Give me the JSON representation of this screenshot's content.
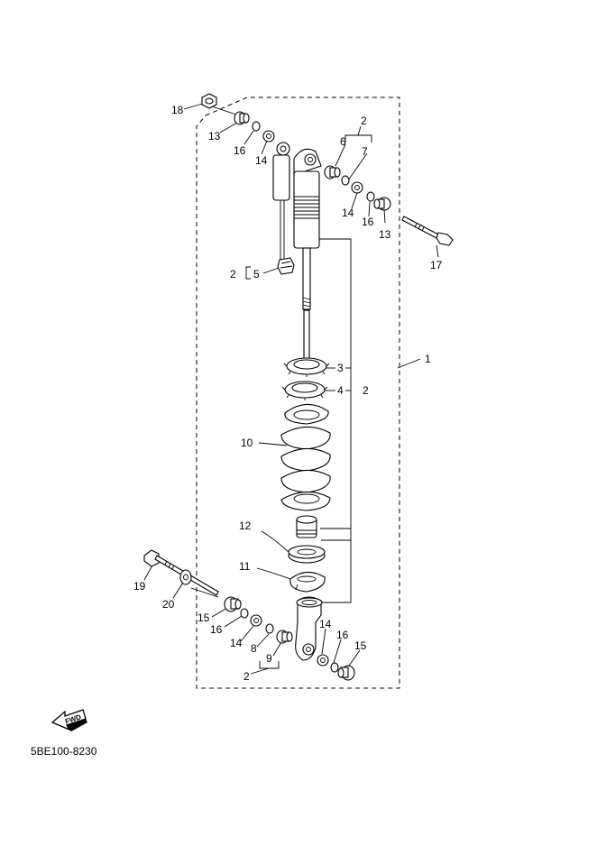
{
  "drawing_code": "5BE100-8230",
  "fwd_arrow_label": "FWD",
  "callouts": {
    "c1": "1",
    "c2_top": "2",
    "c2_rod": "2",
    "c2_nut": "2",
    "c2_bottom": "2",
    "c3": "3",
    "c4": "4",
    "c5": "5",
    "c6": "6",
    "c7": "7",
    "c8": "8",
    "c9": "9",
    "c10": "10",
    "c11": "11",
    "c12": "12",
    "c13_left": "13",
    "c13_right": "13",
    "c14_top": "14",
    "c14_right": "14",
    "c14_bl": "14",
    "c14_br": "14",
    "c15_left": "15",
    "c15_right": "15",
    "c16_top": "16",
    "c16_right": "16",
    "c16_bl": "16",
    "c16_br": "16",
    "c17": "17",
    "c18": "18",
    "c19": "19",
    "c20": "20"
  }
}
